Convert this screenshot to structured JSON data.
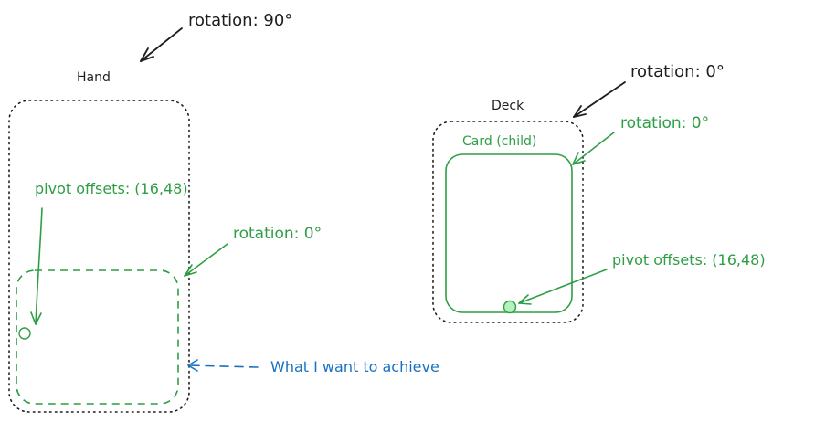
{
  "labels": {
    "hand_rotation": "rotation: 90°",
    "hand_title": "Hand",
    "hand_pivot": "pivot offsets: (16,48)",
    "hand_card_rotation": "rotation: 0°",
    "want_note": "What I want to achieve",
    "deck_rotation": "rotation: 0°",
    "deck_title": "Deck",
    "card_title": "Card (child)",
    "card_rotation": "rotation: 0°",
    "card_pivot": "pivot offsets: (16,48)"
  },
  "colors": {
    "ink": "#1e1e1e",
    "green": "#2f9e44",
    "green_fill": "#b2f2bb",
    "blue": "#1971c2"
  }
}
